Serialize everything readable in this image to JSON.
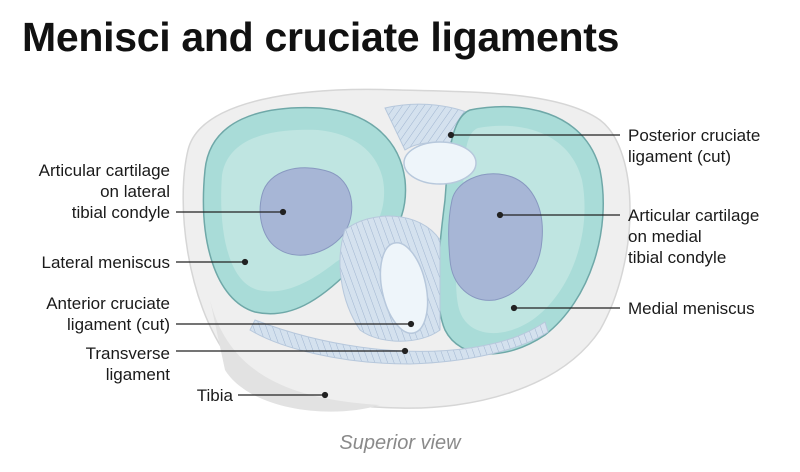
{
  "title": "Menisci and cruciate ligaments",
  "caption": "Superior view",
  "labels": {
    "articular_lateral": [
      "Articular cartilage",
      "on lateral",
      "tibial condyle"
    ],
    "lateral_meniscus": [
      "Lateral meniscus"
    ],
    "acl": [
      "Anterior cruciate",
      "ligament (cut)"
    ],
    "transverse": [
      "Transverse",
      "ligament"
    ],
    "tibia": [
      "Tibia"
    ],
    "pcl": [
      "Posterior cruciate",
      "ligament (cut)"
    ],
    "articular_medial": [
      "Articular cartilage",
      "on medial",
      "tibial condyle"
    ],
    "medial_meniscus": [
      "Medial meniscus"
    ]
  },
  "colors": {
    "meniscus": "#a9dcd8",
    "cartilage": "#a7b6d6",
    "ligament": "#c9d8e8",
    "bone": "#ececec",
    "leader": "#222222"
  }
}
